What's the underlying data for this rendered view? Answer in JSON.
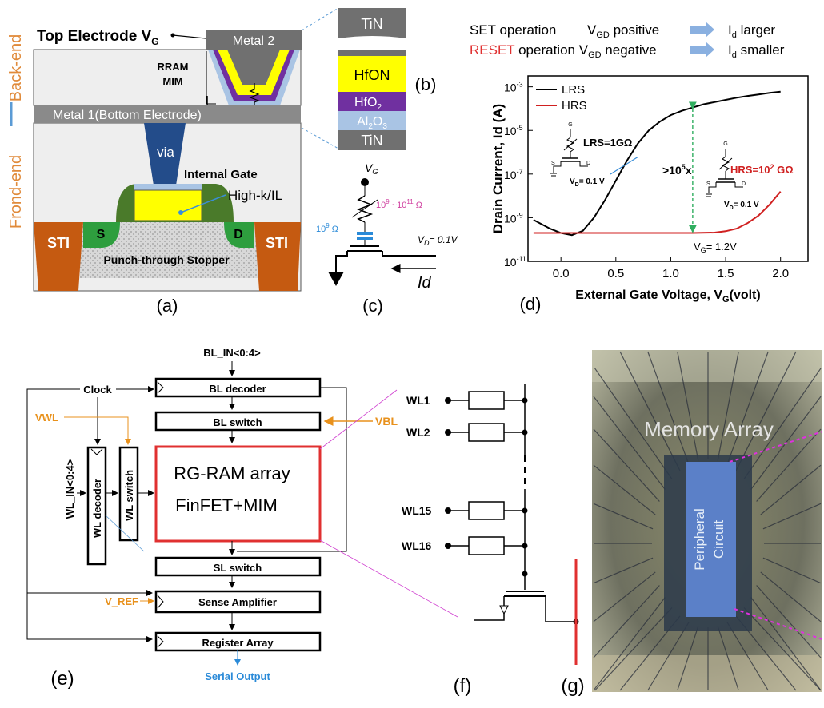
{
  "panels": {
    "a": "(a)",
    "b": "(b)",
    "c": "(c)",
    "d": "(d)",
    "e": "(e)",
    "f": "(f)",
    "g": "(g)"
  },
  "device": {
    "top_electrode": "Top Electrode V",
    "top_electrode_sub": "G",
    "metal2": "Metal 2",
    "rram": "RRAM",
    "mim": "MIM",
    "metal1": "Metal 1(Bottom Electrode)",
    "via": "via",
    "internal_gate": "Internal Gate",
    "highk": "High-k/IL",
    "sti_left": "STI",
    "sti_right": "STI",
    "source": "S",
    "drain": "D",
    "punch": "Punch-through Stopper",
    "back_end": "Back-end",
    "front_end": "Frond-end"
  },
  "stack": {
    "layers": [
      "TiN",
      "HfON",
      "HfO",
      "Al",
      "TiN"
    ],
    "hfo_sub": "2",
    "al_sub": "2",
    "al_o": "O",
    "al_o_sub": "3"
  },
  "circuit_c": {
    "vg": "V",
    "vg_sub": "G",
    "res_range": "10",
    "res_range_exp1": "9",
    "res_range_mid": " ~10",
    "res_range_exp2": "11",
    "res_unit": " Ω",
    "cap": "10",
    "cap_exp": "9",
    "cap_unit": " Ω",
    "vd": "V",
    "vd_sub": "D",
    "vd_val": "= 0.1V",
    "id": "Id"
  },
  "ops": {
    "set_label": "SET operation",
    "set_v": "V",
    "set_v_sub": "GD",
    "set_cond": " positive",
    "set_result": "I",
    "set_result_sub": "d",
    "set_result_tail": " larger",
    "reset_label": "RESET",
    "reset_tail": " operation V",
    "reset_v_sub": "GD",
    "reset_cond": " negative",
    "reset_result": "I",
    "reset_result_sub": "d",
    "reset_result_tail": " smaller"
  },
  "chart_data": {
    "type": "line",
    "title": "",
    "xlabel": "External Gate Voltage, V",
    "xlabel_sub": "G",
    "xlabel_tail": "(volt)",
    "ylabel": "Drain Current, Id (A)",
    "xlim": [
      -0.3,
      2.25
    ],
    "ylim_log10": [
      -11,
      -2.5
    ],
    "x_ticks": [
      "0.0",
      "0.5",
      "1.0",
      "1.5",
      "2.0"
    ],
    "x_tick_values": [
      0,
      0.5,
      1.0,
      1.5,
      2.0
    ],
    "y_ticks_base": "10",
    "y_tick_exps": [
      "-3",
      "-5",
      "-7",
      "-9",
      "-11"
    ],
    "y_tick_values": [
      -3,
      -5,
      -7,
      -9,
      -11
    ],
    "legend_position": "top-left",
    "colors": {
      "LRS": "#000000",
      "HRS": "#d02020",
      "annot": "#2fae5f",
      "pointer": "#3a8ed8"
    },
    "series": [
      {
        "name": "LRS",
        "x": [
          -0.25,
          -0.1,
          0.0,
          0.1,
          0.2,
          0.3,
          0.4,
          0.5,
          0.6,
          0.7,
          0.8,
          0.9,
          1.0,
          1.1,
          1.2,
          1.3,
          1.4,
          1.5,
          1.6,
          1.7,
          1.8,
          1.9,
          2.0
        ],
        "log10y": [
          -9.1,
          -9.5,
          -9.7,
          -9.8,
          -9.6,
          -9.0,
          -8.2,
          -7.3,
          -6.4,
          -5.6,
          -5.0,
          -4.6,
          -4.3,
          -4.1,
          -3.95,
          -3.8,
          -3.7,
          -3.6,
          -3.5,
          -3.42,
          -3.35,
          -3.28,
          -3.22
        ]
      },
      {
        "name": "HRS",
        "x": [
          -0.25,
          0.0,
          0.5,
          1.0,
          1.2,
          1.4,
          1.5,
          1.6,
          1.7,
          1.8,
          1.9,
          2.0
        ],
        "log10y": [
          -9.7,
          -9.7,
          -9.7,
          -9.7,
          -9.7,
          -9.68,
          -9.62,
          -9.5,
          -9.25,
          -8.9,
          -8.4,
          -7.8
        ]
      }
    ],
    "annotations": {
      "lrs_label": "LRS=1GΩ",
      "hrs_label": "HRS=10",
      "hrs_exp": "2",
      "hrs_unit": " GΩ",
      "ratio": ">10",
      "ratio_exp": "5",
      "ratio_tail": "x",
      "vg_mark": "V",
      "vg_mark_sub": "G",
      "vg_mark_val": "= 1.2V",
      "vd_label": "V",
      "vd_sub": "D",
      "vd_val": "= 0.1 V",
      "g": "G",
      "s": "S",
      "d": "D"
    }
  },
  "arch": {
    "bl_in": "BL_IN<0:4>",
    "clock": "Clock",
    "vwl": "VWL",
    "vbl": "VBL",
    "bl_decoder": "BL decoder",
    "bl_switch": "BL switch",
    "wl_in": "WL_IN<0:4>",
    "wl_decoder": "WL decoder",
    "wl_switch": "WL switch",
    "array_line1": "RG-RAM array",
    "array_line2": "FinFET+MIM",
    "sl_switch": "SL switch",
    "v_ref": "V_REF",
    "sense_amp": "Sense Amplifier",
    "register": "Register Array",
    "serial_out": "Serial Output",
    "colors": {
      "orange": "#e8911c",
      "blue": "#2a8ad8",
      "red": "#e03030"
    }
  },
  "wordlines": {
    "labels": [
      "WL1",
      "WL2",
      "WL15",
      "WL16"
    ]
  },
  "photo": {
    "memory_array": "Memory Array",
    "peripheral_line1": "Peripheral",
    "peripheral_line2": "Circuit"
  }
}
